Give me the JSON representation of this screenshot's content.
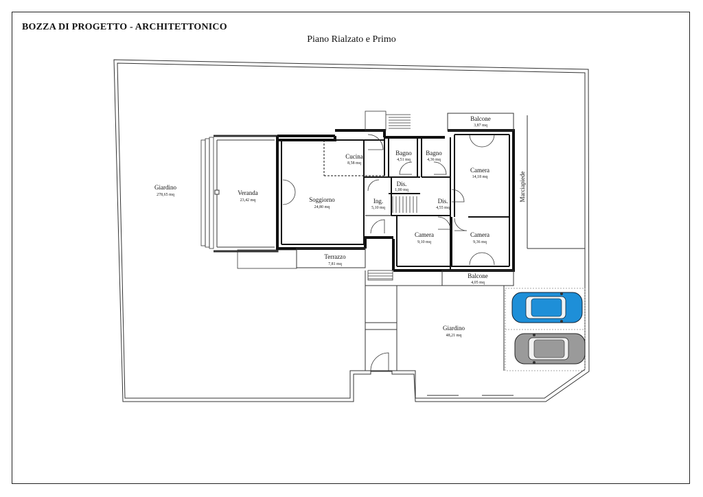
{
  "sheet": {
    "title": "BOZZA DI PROGETTO - ARCHITETTONICO",
    "subtitle": "Piano Rialzato e Primo"
  },
  "rooms": {
    "giardino_main": {
      "name": "Giardino",
      "area": "278,65 mq"
    },
    "veranda": {
      "name": "Veranda",
      "area": "23,42 mq"
    },
    "soggiorno": {
      "name": "Soggiorno",
      "area": "24,80 mq"
    },
    "cucina": {
      "name": "Cucina",
      "area": "8,58 mq"
    },
    "bagno_1": {
      "name": "Bagno",
      "area": "4,51 mq"
    },
    "bagno_2": {
      "name": "Bagno",
      "area": "4,36 mq"
    },
    "dis_1": {
      "name": "Dis.",
      "area": "1,00 mq"
    },
    "ingresso": {
      "name": "Ing.",
      "area": "5,10 mq"
    },
    "dis_2": {
      "name": "Dis.",
      "area": "4,55 mq"
    },
    "camera_1": {
      "name": "Camera",
      "area": "14,18 mq"
    },
    "camera_2": {
      "name": "Camera",
      "area": "9,10 mq"
    },
    "camera_3": {
      "name": "Camera",
      "area": "9,36 mq"
    },
    "terrazzo": {
      "name": "Terrazzo",
      "area": "7,81 mq"
    },
    "balcone_top": {
      "name": "Balcone",
      "area": "3,87 mq"
    },
    "balcone_bottom": {
      "name": "Balcone",
      "area": "4,05 mq"
    },
    "giardino_small": {
      "name": "Giardino",
      "area": "48,21 mq"
    },
    "marciapiede": {
      "name": "Marciapiede"
    }
  },
  "cars": [
    {
      "color": "#1e8fd8"
    },
    {
      "color": "#9a9a9a"
    }
  ]
}
